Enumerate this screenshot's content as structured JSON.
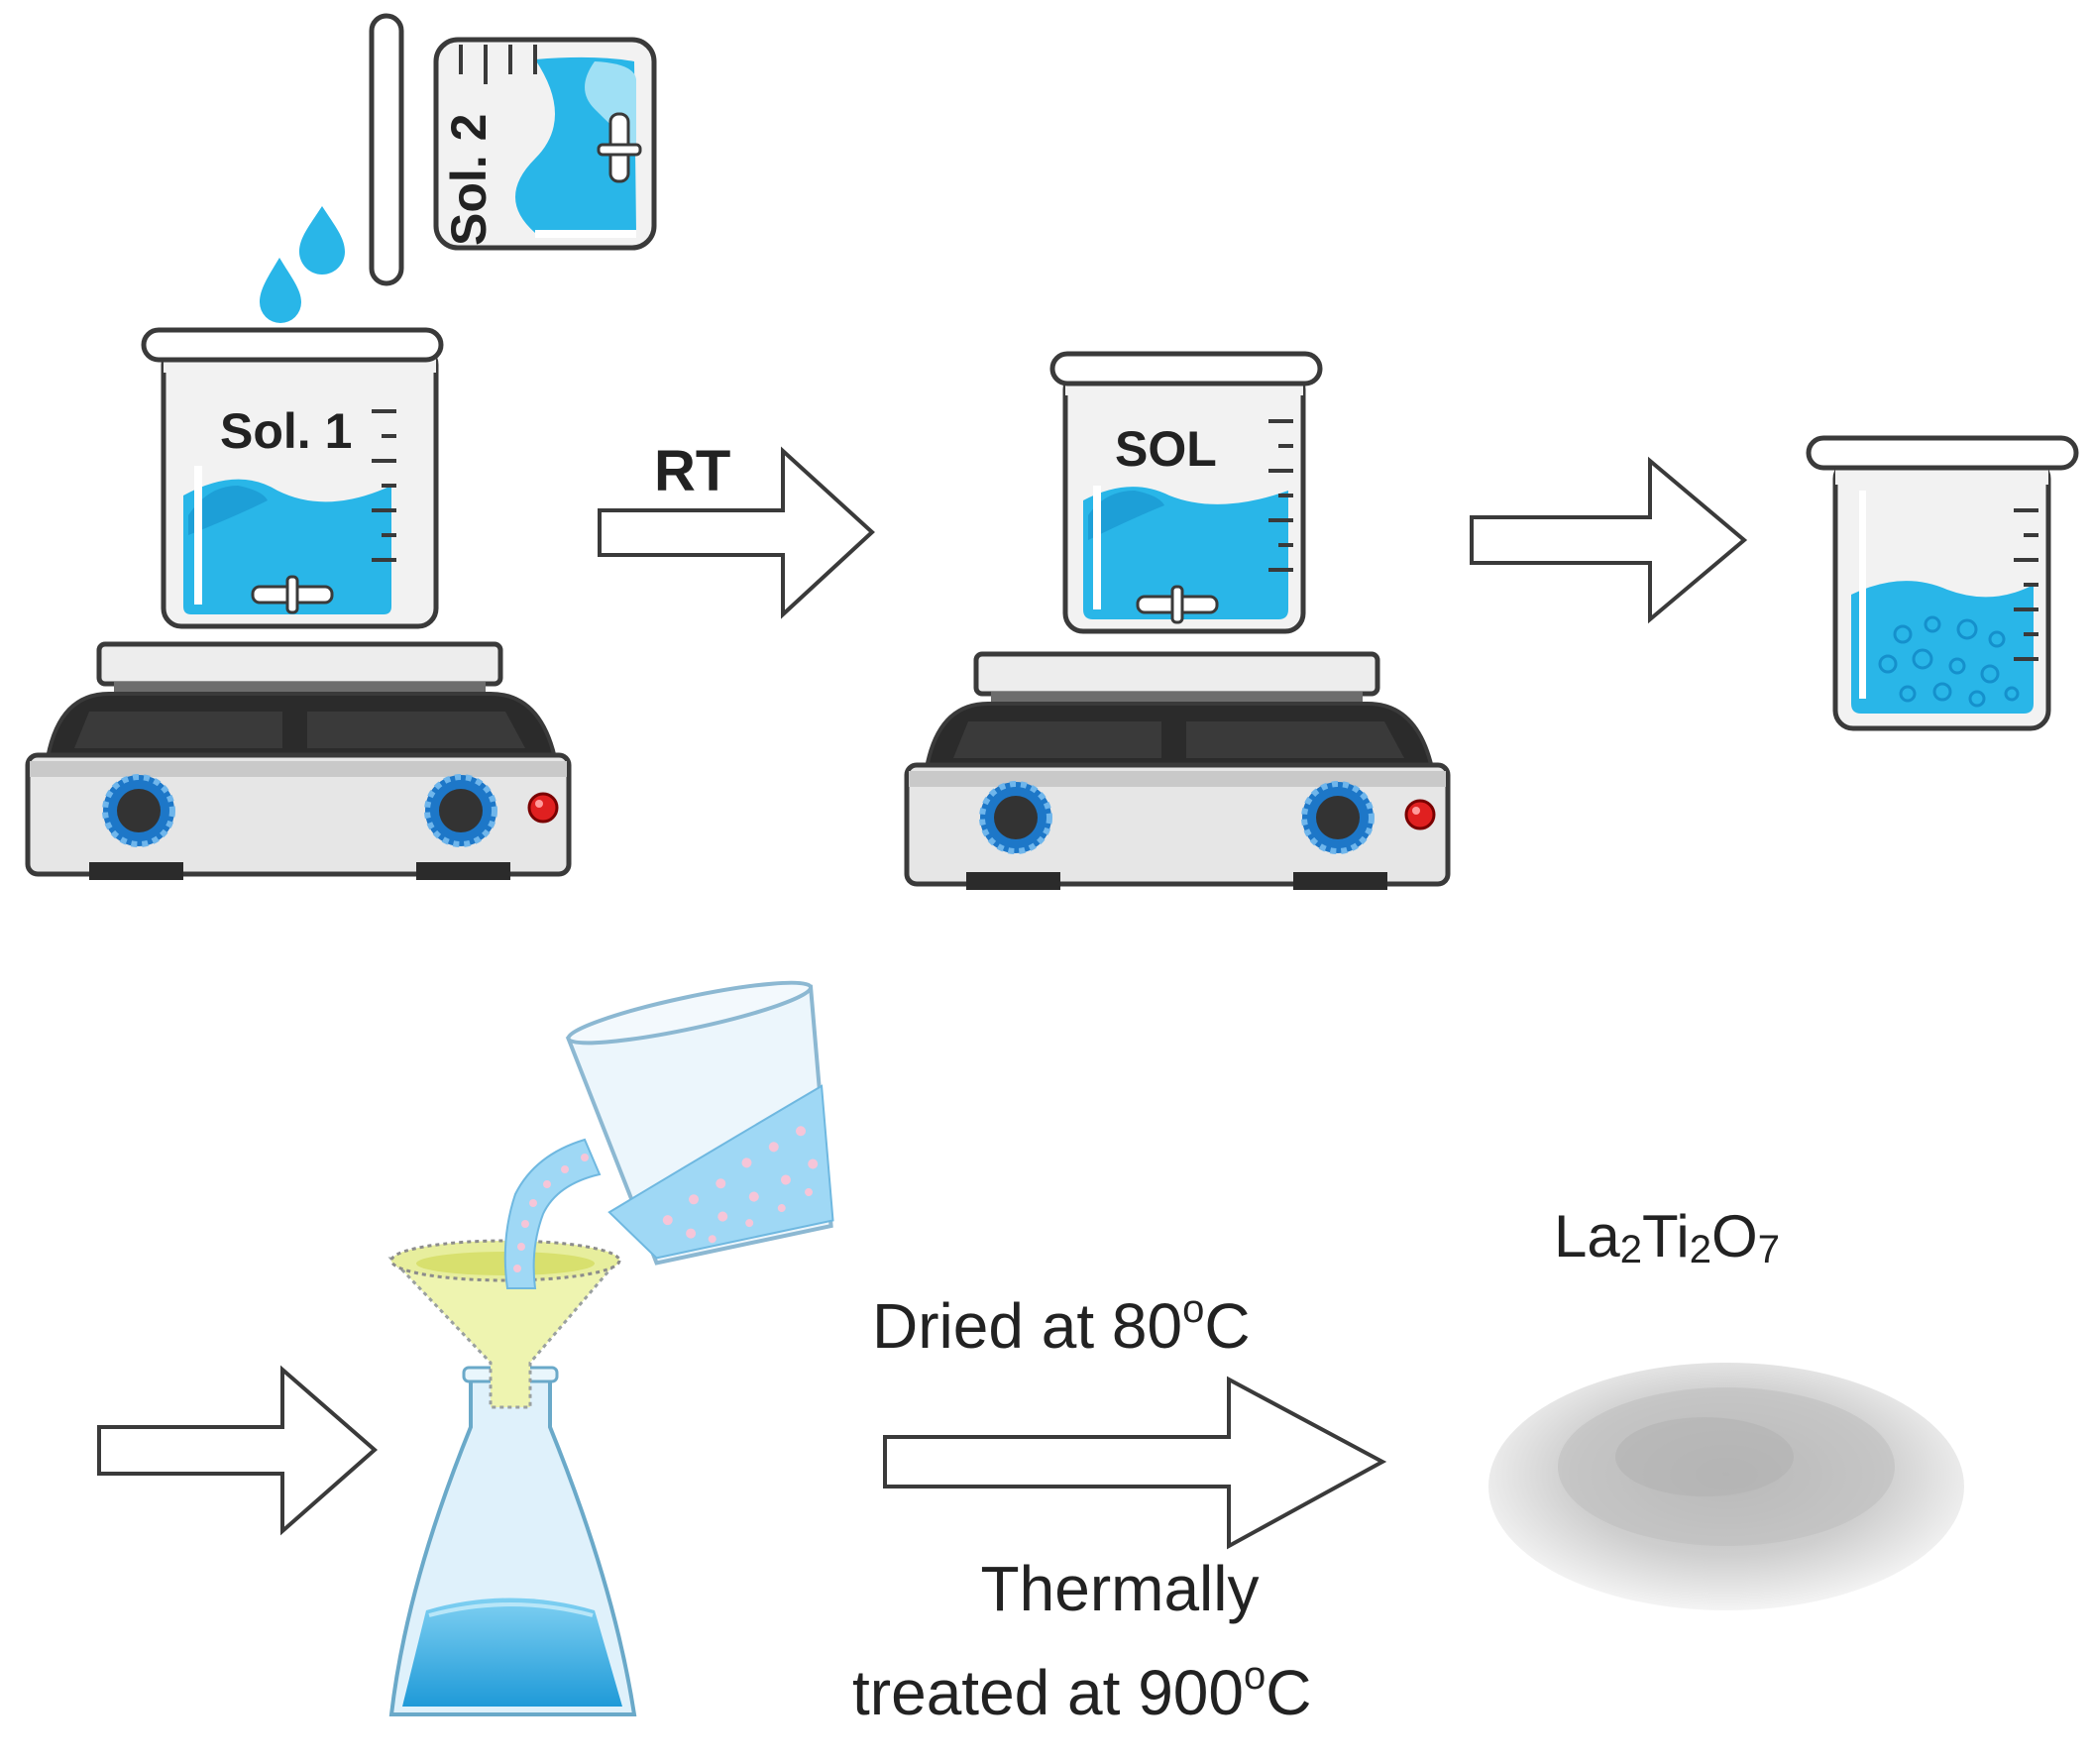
{
  "labels": {
    "sol2": "Sol. 2",
    "sol1": "Sol. 1",
    "rt": "RT",
    "sol": "SOL",
    "product": {
      "base1": "La",
      "sub1": "2",
      "base2": "Ti",
      "sub2": "2",
      "base3": "O",
      "sub3": "7"
    },
    "dried": {
      "prefix": "Dried at 80",
      "sup": "o",
      "suffix": "C"
    },
    "thermal_line1": "Thermally",
    "thermal_line2": {
      "prefix": "treated at 900",
      "sup": "o",
      "suffix": "C"
    }
  },
  "colors": {
    "liquid": "#29b6e8",
    "liquid_light": "#9fe0f5",
    "liquid_dark": "#1590cc",
    "glass": "#f2f2f2",
    "outline": "#3a3a3a",
    "plate_body": "#e6e6e6",
    "plate_top": "#ededed",
    "dark": "#2b2b2b",
    "knob_ring": "#1d77c8",
    "led": "#e02020",
    "funnel_fill": "#eef4b0",
    "flask_glass": "#dff1fb",
    "powder": "#c9c9c9",
    "arrow_fill": "#ffffff"
  },
  "icons": [
    "droplet-icon",
    "stir-bar-icon",
    "knob-icon",
    "led-icon",
    "arrow-icon"
  ]
}
